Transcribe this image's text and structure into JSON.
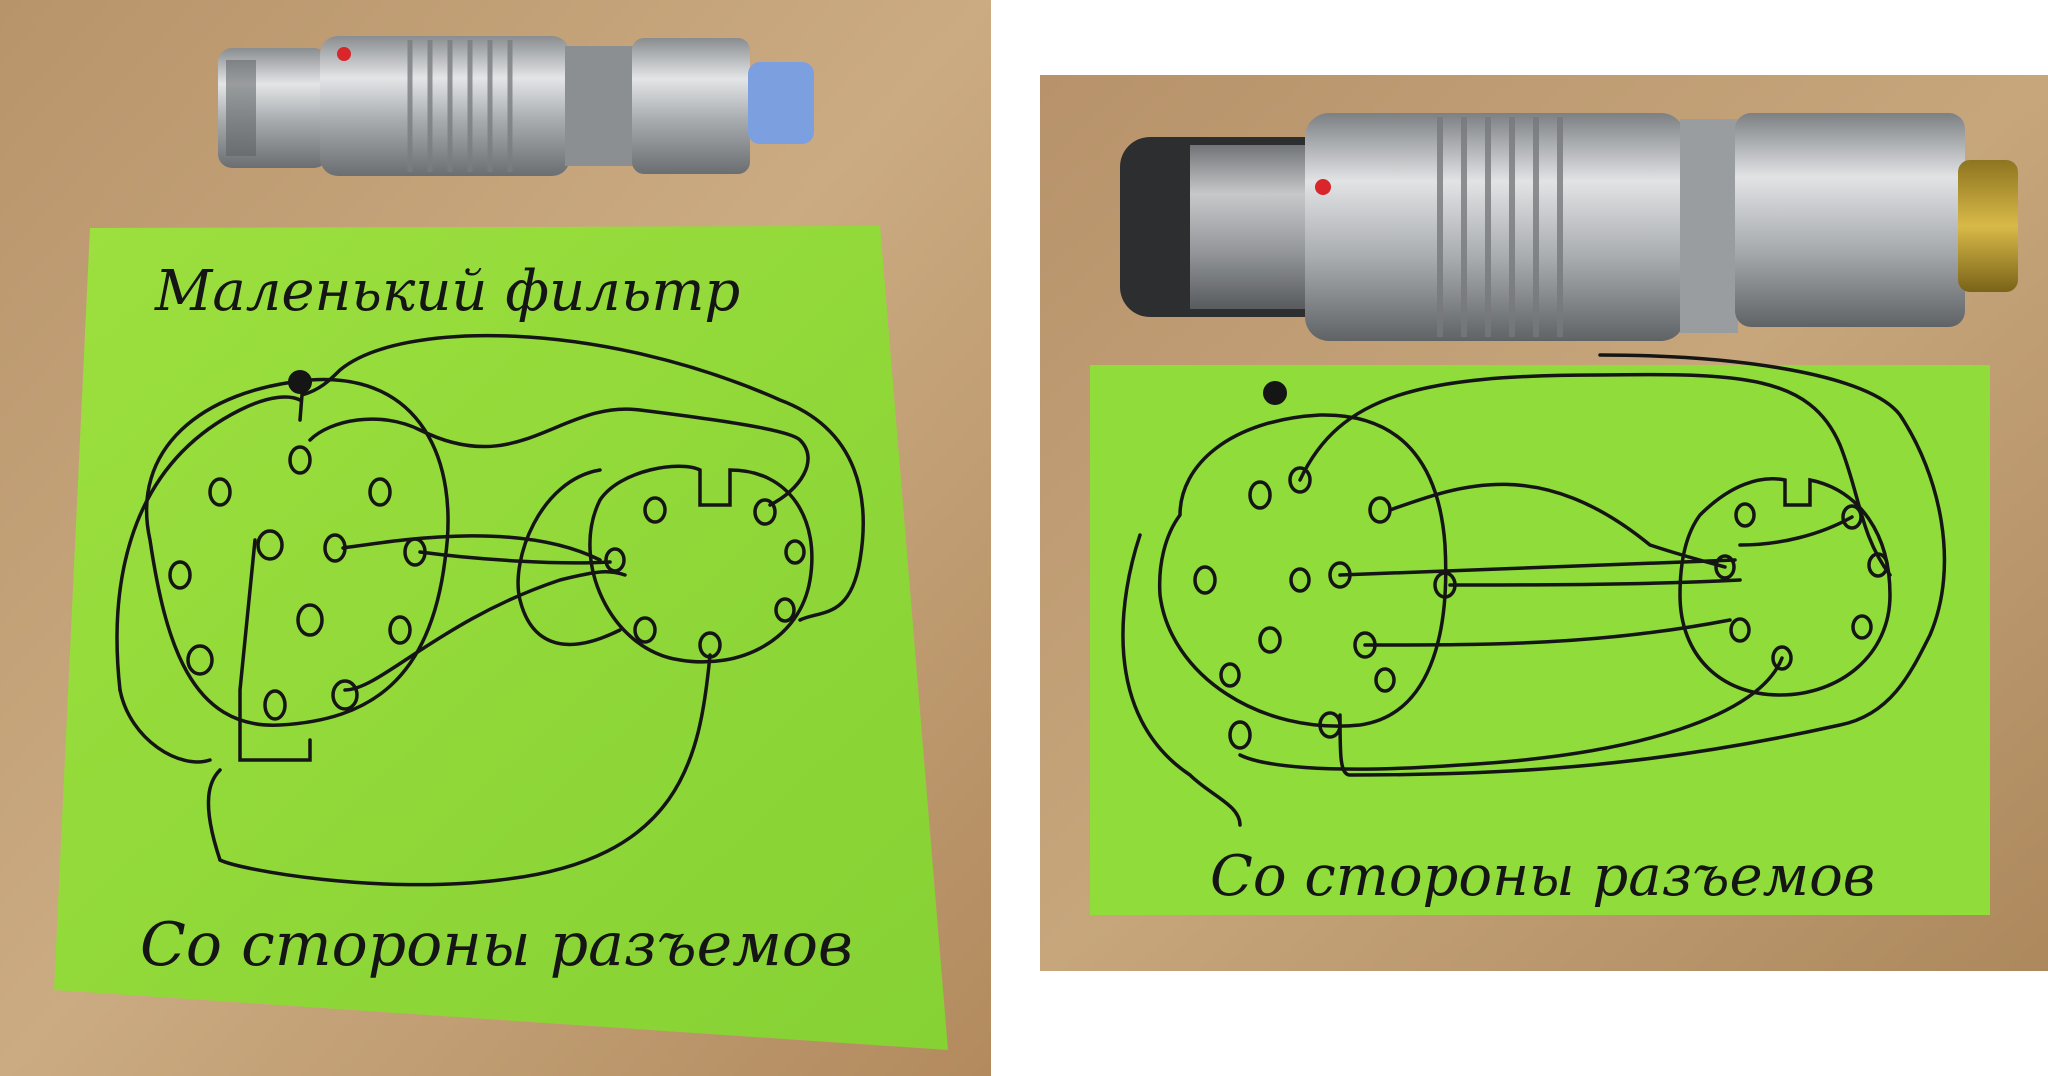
{
  "left_photo": {
    "note_title": "Маленький фильтр",
    "note_caption": "Со стороны разъемов"
  },
  "right_photo": {
    "note_caption": "Со стороны разъемов"
  },
  "colors": {
    "desk": "#c9a77a",
    "sticky_note": "#8fdc3a",
    "metal": "#b9bcbf",
    "ink": "#151515",
    "red_dot": "#d8262a",
    "blue_plug": "#7c9fe0",
    "brass": "#c9a53a",
    "page_background": "#ffffff"
  }
}
